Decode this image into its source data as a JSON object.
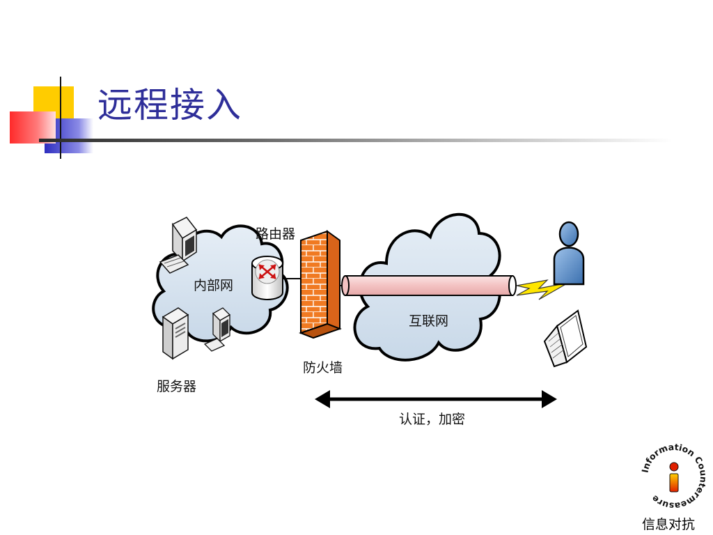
{
  "slide": {
    "title": "远程接入"
  },
  "diagram": {
    "labels": {
      "internal_network": "内部网",
      "router": "路由器",
      "firewall": "防火墙",
      "server": "服务器",
      "internet": "互联网",
      "auth_encrypt": "认证，加密"
    }
  },
  "footer": {
    "logo_ring_text": "Information Countermeasure",
    "caption": "信息对抗"
  },
  "colors": {
    "title": "#2e2e99",
    "deco_yellow": "#ffcc00",
    "deco_blue": "#3333cc",
    "deco_red": "#ff3333",
    "cloud_fill": "#dce8f2",
    "firewall": "#f07820",
    "tunnel": "#f4c8c8"
  }
}
